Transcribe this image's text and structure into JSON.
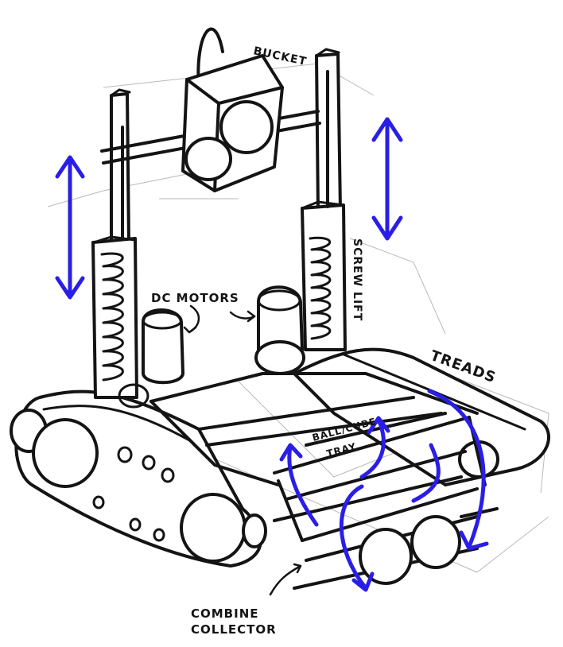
{
  "labels": {
    "bucket": "BUCKET",
    "dc_motors": "DC MOTORS",
    "screw_lift": "SCREW LIFT",
    "treads": "TREADS",
    "tray_line1": "BALL/CUBE",
    "tray_line2": "TRAY",
    "collector_line1": "COMBINE",
    "collector_line2": "COLLECTOR"
  },
  "colors": {
    "ink": "#141414",
    "motion_arrows": "#2a1ee6",
    "construction_lines": "#b9b9b9"
  }
}
